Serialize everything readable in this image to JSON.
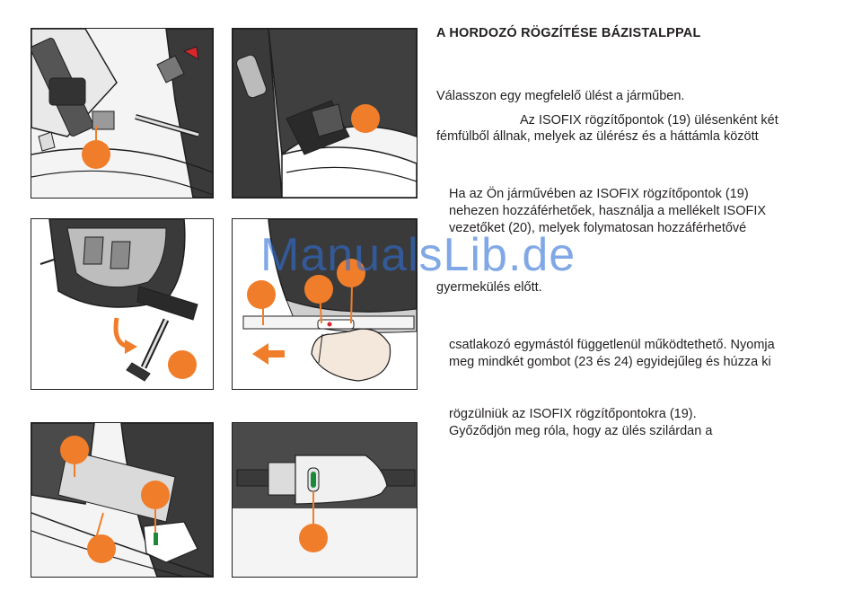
{
  "title": "A HORDOZÓ RÖGZÍTÉSE BÁZISTALPPAL",
  "paragraphs": {
    "p1": "Válasszon egy megfelelő ülést a járműben.",
    "p2a": "Az ISOFIX rögzítőpontok (19) ülésenként két",
    "p2b": "fémfülből állnak, melyek az ülérész és a háttámla között",
    "p3a": "Ha az Ön járművében az ISOFIX rögzítőpontok (19)",
    "p3b": "nehezen hozzáférhetőek, használja a mellékelt ISOFIX",
    "p3c": "vezetőket (20), melyek folymatosan hozzáférhetővé",
    "p4": "gyermekülés előtt.",
    "p5a": "csatlakozó egymástól függetlenül működtethető. Nyomja",
    "p5b": "meg mindkét gombot (23 és 24) egyidejűleg és húzza ki",
    "p6a": "rögzülniük az ISOFIX rögzítőpontokra (19).",
    "p6b": "Győződjön meg róla, hogy az ülés szilárdan a"
  },
  "watermark": "ManualsLib.de",
  "colors": {
    "accent": "#f07d2a",
    "line": "#1f1f1f",
    "indicator_green": "#1a8a3a",
    "indicator_red": "#d9262c",
    "watermark": "#2f6fd6"
  },
  "illustrations": [
    {
      "name": "isofix-anchor-in-seat-illustration",
      "callouts": [
        ""
      ]
    },
    {
      "name": "isofix-guide-illustration",
      "callouts": [
        ""
      ]
    },
    {
      "name": "base-isofix-arm-extension-illustration",
      "callouts": [
        ""
      ]
    },
    {
      "name": "isofix-release-buttons-illustration",
      "callouts": [
        "",
        "",
        ""
      ]
    },
    {
      "name": "isofix-connect-illustration",
      "callouts": [
        "",
        "",
        ""
      ]
    },
    {
      "name": "isofix-green-indicator-illustration",
      "callouts": [
        ""
      ]
    }
  ]
}
